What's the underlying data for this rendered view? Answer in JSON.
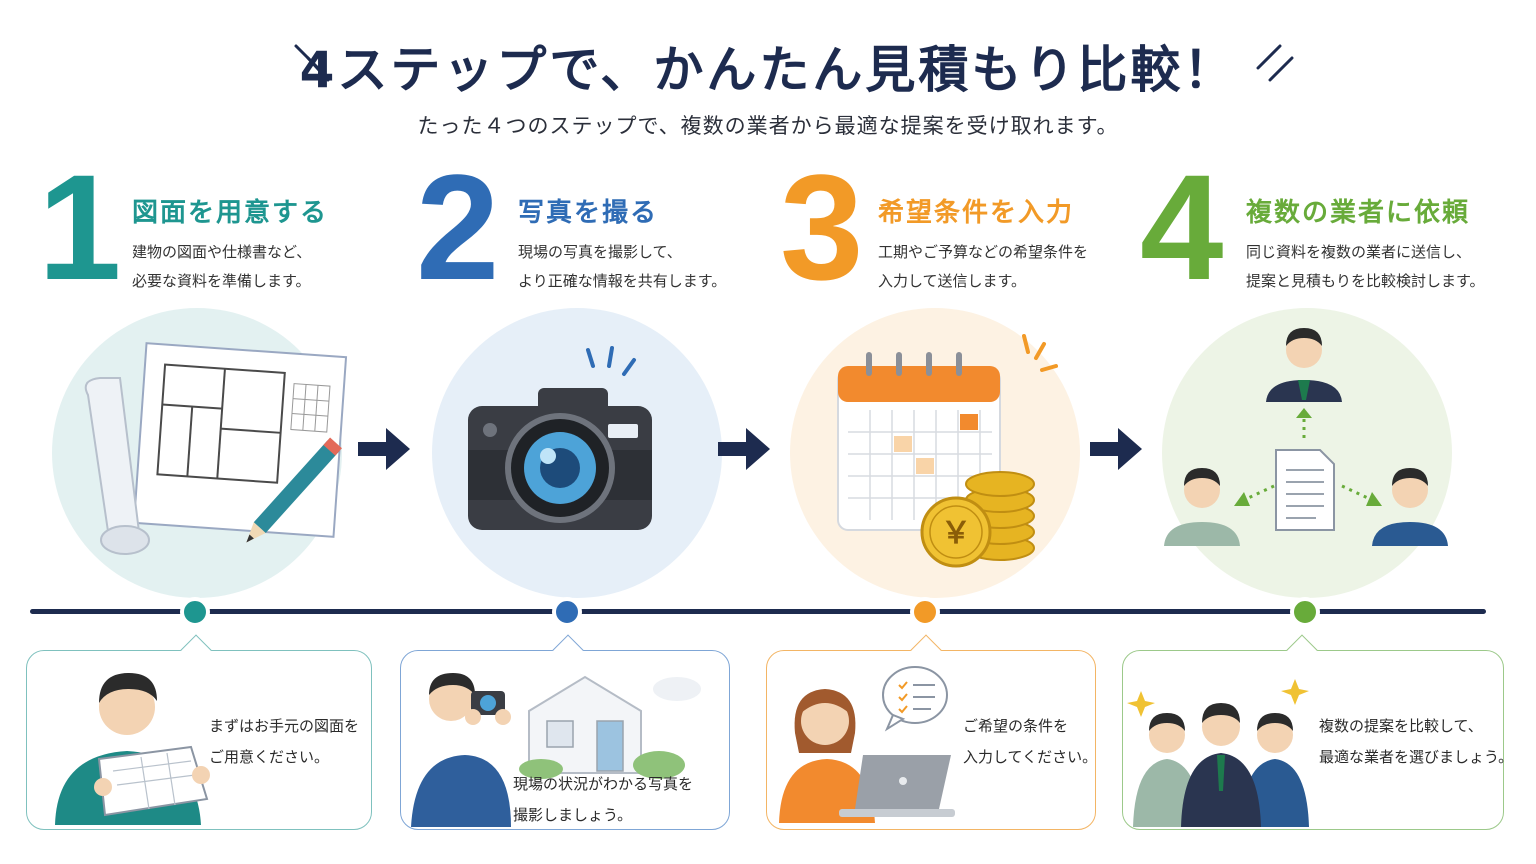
{
  "header": {
    "title": "4ステップで、かんたん見積もり比較！",
    "subtitle": "たった４つのステップで、複数の業者から最適な提案を受け取れます。"
  },
  "steps": [
    {
      "number": "1",
      "title": "図面を用意する",
      "desc_line1": "建物の図面や仕様書など、",
      "desc_line2": "必要な資料を準備します。",
      "card_line1": "まずはお手元の図面を",
      "card_line2": "ご用意ください。",
      "color": "#1e9690"
    },
    {
      "number": "2",
      "title": "写真を撮る",
      "desc_line1": "現場の写真を撮影して、",
      "desc_line2": "より正確な情報を共有します。",
      "card_line1": "現場の状況がわかる写真を",
      "card_line2": "撮影しましょう。",
      "color": "#2f6cb5"
    },
    {
      "number": "3",
      "title": "希望条件を入力",
      "desc_line1": "工期やご予算などの希望条件を",
      "desc_line2": "入力して送信します。",
      "card_line1": "ご希望の条件を",
      "card_line2": "入力してください。",
      "color": "#f29a27"
    },
    {
      "number": "4",
      "title": "複数の業者に依頼",
      "desc_line1": "同じ資料を複数の業者に送信し、",
      "desc_line2": "提案と見積もりを比較検討します。",
      "card_line1": "複数の提案を比較して、",
      "card_line2": "最適な業者を選びましょう。",
      "color": "#68ab3a"
    }
  ],
  "colors": {
    "navy": "#1d2b4f",
    "teal_bg": "#e3f1f1",
    "blue_bg": "#e6eff8",
    "orange_bg": "#fdf2e3",
    "green_bg": "#edf4e6"
  },
  "icons": {
    "step1": "blueprint-icon",
    "step2": "camera-icon",
    "step3": "calendar-coins-icon",
    "step4": "contractors-network-icon",
    "yen": "￥"
  }
}
